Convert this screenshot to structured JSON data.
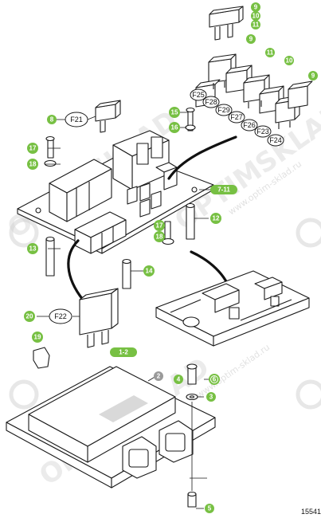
{
  "watermark": {
    "brand": "OPTIMSKLAD",
    "site": "www.optim-sklad.ru"
  },
  "reference_number": "15541",
  "callouts": [
    {
      "id": "c9a",
      "label": "9"
    },
    {
      "id": "c10a",
      "label": "10"
    },
    {
      "id": "c11a",
      "label": "11"
    },
    {
      "id": "c9b",
      "label": "9"
    },
    {
      "id": "c11b",
      "label": "11"
    },
    {
      "id": "c10b",
      "label": "10"
    },
    {
      "id": "c9c",
      "label": "9"
    },
    {
      "id": "c8",
      "label": "8"
    },
    {
      "id": "c15",
      "label": "15"
    },
    {
      "id": "c16",
      "label": "16"
    },
    {
      "id": "c17a",
      "label": "17"
    },
    {
      "id": "c18a",
      "label": "18"
    },
    {
      "id": "c7-11",
      "label": "7-11"
    },
    {
      "id": "c17b",
      "label": "17"
    },
    {
      "id": "c18b",
      "label": "18"
    },
    {
      "id": "c12",
      "label": "12"
    },
    {
      "id": "c13",
      "label": "13"
    },
    {
      "id": "c14",
      "label": "14"
    },
    {
      "id": "c20",
      "label": "20"
    },
    {
      "id": "c19",
      "label": "19"
    },
    {
      "id": "c1-2",
      "label": "1-2"
    },
    {
      "id": "c2",
      "label": "2"
    },
    {
      "id": "c4",
      "label": "4"
    },
    {
      "id": "c6",
      "label": "6"
    },
    {
      "id": "c3",
      "label": "3"
    },
    {
      "id": "c5",
      "label": "5"
    }
  ],
  "fuse_labels": [
    {
      "id": "F21",
      "label": "F21"
    },
    {
      "id": "F22",
      "label": "F22"
    },
    {
      "id": "F23",
      "label": "F23"
    },
    {
      "id": "F24",
      "label": "F24"
    },
    {
      "id": "F25",
      "label": "F25"
    },
    {
      "id": "F26",
      "label": "F26"
    },
    {
      "id": "F27",
      "label": "F27"
    },
    {
      "id": "F28",
      "label": "F28"
    },
    {
      "id": "F29",
      "label": "F29"
    }
  ]
}
